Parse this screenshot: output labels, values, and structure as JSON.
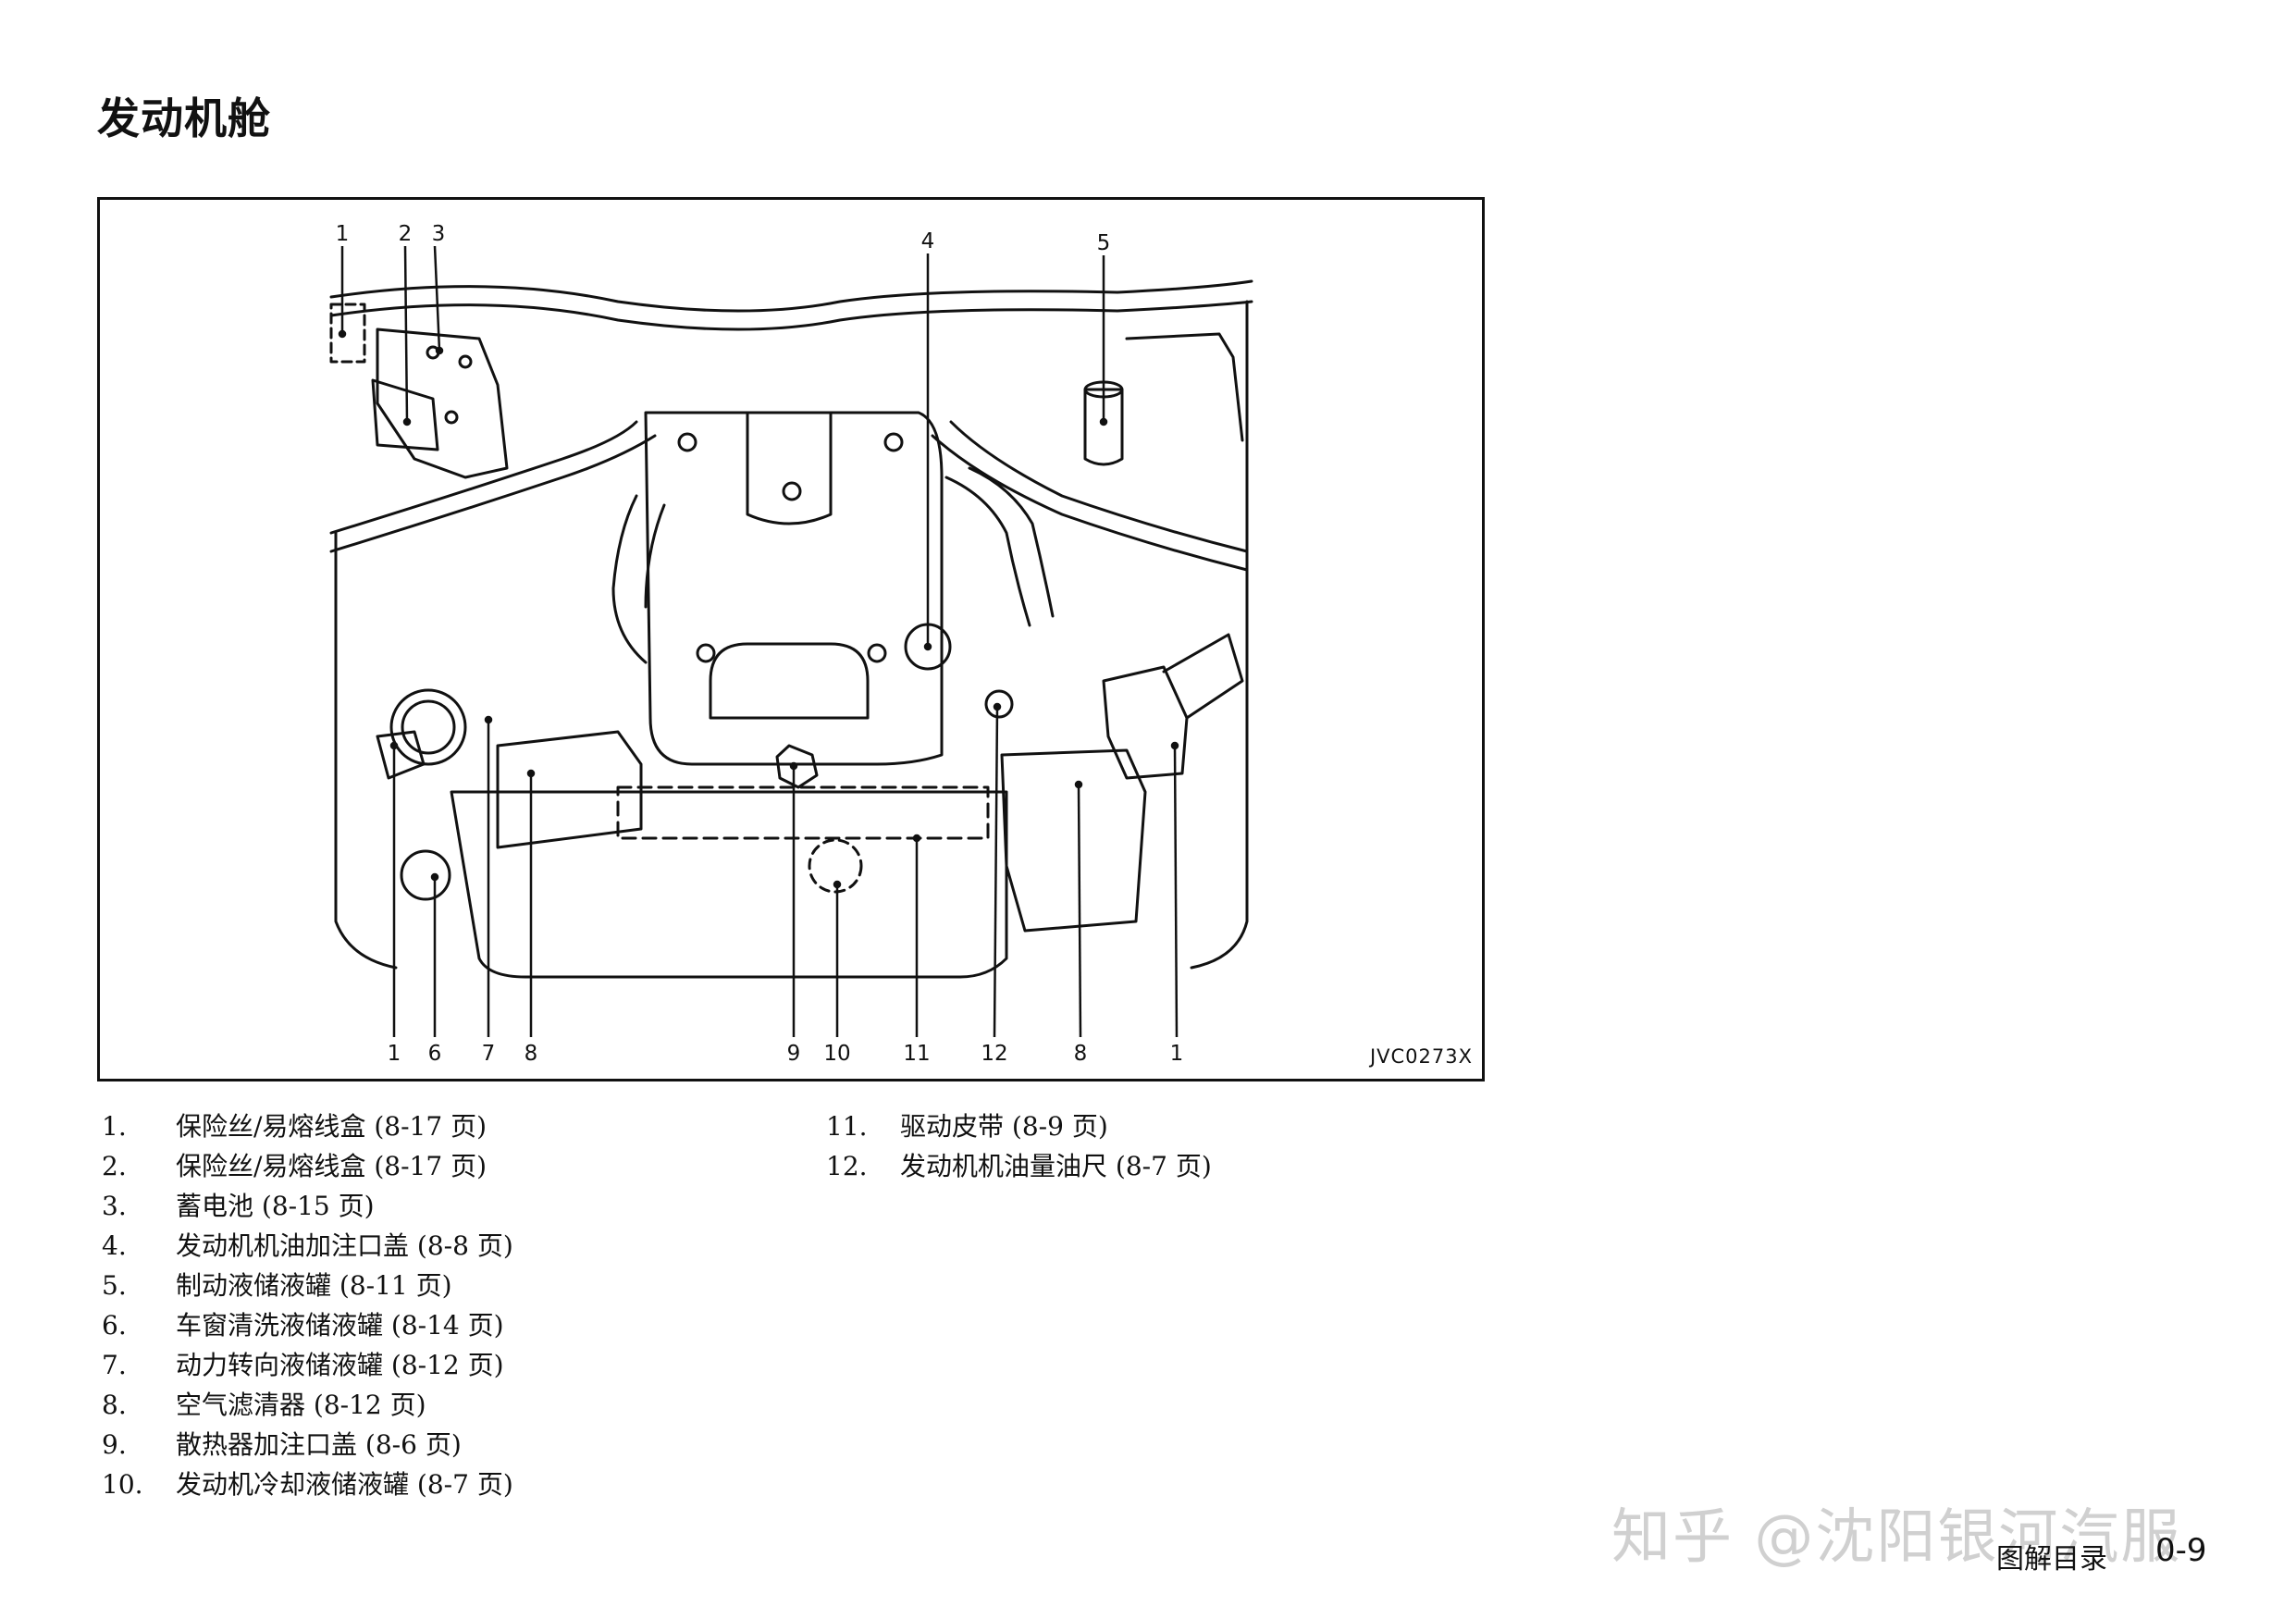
{
  "page": {
    "title": "发动机舱",
    "figure_code": "JVC0273X",
    "footer_section": "图解目录",
    "footer_page": "0-9",
    "watermark": "知乎 @沈阳银河汽服"
  },
  "callouts": {
    "top": [
      "1",
      "2",
      "3",
      "4",
      "5"
    ],
    "bottom": [
      "1",
      "6",
      "7",
      "8",
      "9",
      "10",
      "11",
      "12",
      "8",
      "1"
    ]
  },
  "legend_left": [
    {
      "num": "1.",
      "text": "保险丝/易熔线盒 (8-17 页)"
    },
    {
      "num": "2.",
      "text": "保险丝/易熔线盒 (8-17 页)"
    },
    {
      "num": "3.",
      "text": "蓄电池 (8-15 页)"
    },
    {
      "num": "4.",
      "text": "发动机机油加注口盖 (8-8 页)"
    },
    {
      "num": "5.",
      "text": "制动液储液罐 (8-11 页)"
    },
    {
      "num": "6.",
      "text": "车窗清洗液储液罐 (8-14 页)"
    },
    {
      "num": "7.",
      "text": "动力转向液储液罐 (8-12 页)"
    },
    {
      "num": "8.",
      "text": "空气滤清器 (8-12 页)"
    },
    {
      "num": "9.",
      "text": "散热器加注口盖 (8-6 页)"
    },
    {
      "num": "10.",
      "text": "发动机冷却液储液罐 (8-7 页)"
    }
  ],
  "legend_right": [
    {
      "num": "11.",
      "text": "驱动皮带 (8-9 页)"
    },
    {
      "num": "12.",
      "text": "发动机机油量油尺 (8-7 页)"
    }
  ]
}
